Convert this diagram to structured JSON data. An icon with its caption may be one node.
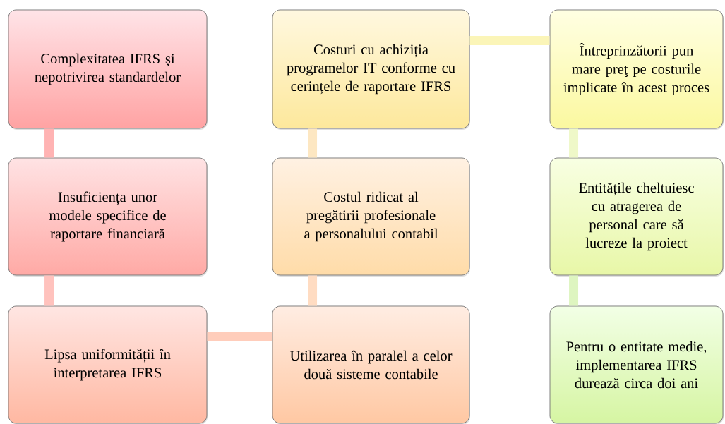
{
  "diagram": {
    "nodes": [
      {
        "text": [
          "Complexitatea IFRS și nepotrivirea standardelor"
        ]
      },
      {
        "text": [
          "Insuficiența unor modele specifice de raportare financiară"
        ]
      },
      {
        "text": [
          "Lipsa uniformității în interpretarea IFRS"
        ]
      },
      {
        "text": [
          "Utilizarea în paralel a celor două sisteme contabile"
        ]
      },
      {
        "text": [
          "Costul ridicat al pregătirii profesionale a personalului contabil"
        ]
      },
      {
        "text": [
          "Costuri cu achiziția programelor IT conforme cu cerințele de raportare IFRS"
        ]
      },
      {
        "text": [
          "Întreprinzătorii pun mare preţ pe costurile implicate în acest proces"
        ]
      },
      {
        "text": [
          "Entitățile cheltuiesc cu atragerea de personal care să lucreze la proiect"
        ]
      },
      {
        "text": [
          "Pentru o entitate medie, implementarea IFRS durează circa doi ani"
        ]
      }
    ],
    "edges": [
      {
        "from": 0,
        "to": 1,
        "arrow": "none",
        "color": "#ffb3b3"
      },
      {
        "from": 1,
        "to": 2,
        "arrow": "none",
        "color": "#ffc2bd"
      },
      {
        "from": 2,
        "to": 3,
        "arrow": "none",
        "color": "#ffcdbb"
      },
      {
        "from": 3,
        "to": 4,
        "arrow": "none",
        "color": "#ffdcc2"
      },
      {
        "from": 4,
        "to": 5,
        "arrow": "none",
        "color": "#fde7c2"
      },
      {
        "from": 5,
        "to": 6,
        "arrow": "none",
        "color": "#fbf5b8"
      },
      {
        "from": 6,
        "to": 7,
        "arrow": "none",
        "color": "#eff8c8"
      },
      {
        "from": 7,
        "to": 8,
        "arrow": "none",
        "color": "#def5c0"
      }
    ]
  }
}
